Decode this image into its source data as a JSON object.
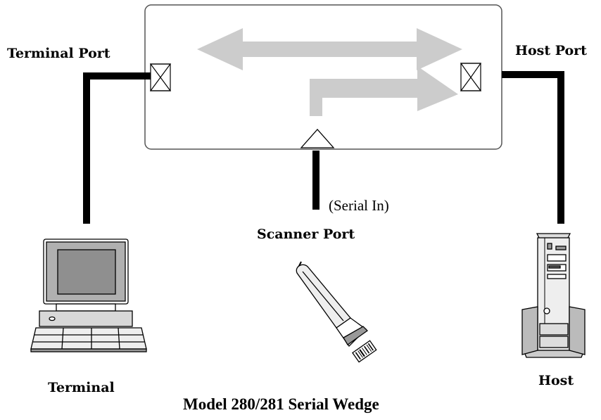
{
  "labels": {
    "terminal_port": "Terminal Port",
    "host_port": "Host Port",
    "serial_in": "(Serial In)",
    "scanner_port": "Scanner Port",
    "terminal": "Terminal",
    "host": "Host"
  },
  "caption": "Model 280/281 Serial Wedge",
  "colors": {
    "line": "#000000",
    "arrow": "#cccccc",
    "box_border": "#555555",
    "background": "#ffffff"
  }
}
